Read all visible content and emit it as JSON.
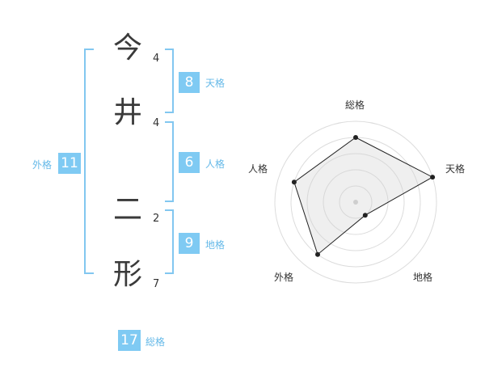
{
  "colors": {
    "accent": "#7fcaf3",
    "accent_text": "#65b9e8",
    "bracket": "#82c7f0"
  },
  "name": {
    "chars": [
      {
        "char": "今",
        "strokes": "4"
      },
      {
        "char": "井",
        "strokes": "4"
      },
      {
        "char": "二",
        "strokes": "2"
      },
      {
        "char": "形",
        "strokes": "7"
      }
    ]
  },
  "scores": {
    "tenkaku": {
      "value": "8",
      "label": "天格"
    },
    "jinkaku": {
      "value": "6",
      "label": "人格"
    },
    "chikaku": {
      "value": "9",
      "label": "地格"
    },
    "gaikaku": {
      "value": "11",
      "label": "外格"
    },
    "soukaku": {
      "value": "17",
      "label": "総格"
    }
  },
  "chart_data": {
    "type": "radar",
    "axes": [
      "総格",
      "天格",
      "地格",
      "外格",
      "人格"
    ],
    "values": [
      4,
      5,
      1,
      4,
      4
    ],
    "max": 5,
    "rings": 5
  }
}
